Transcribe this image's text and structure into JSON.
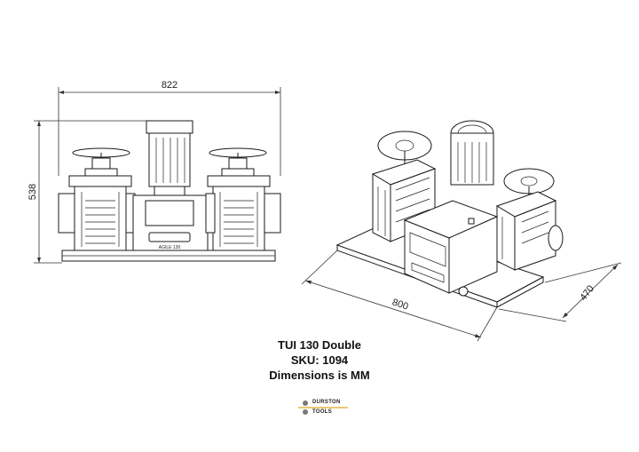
{
  "dimensions": {
    "width_front": "822",
    "height_front": "538",
    "length_iso": "800",
    "depth_iso": "470"
  },
  "nameplate": "AGILE 130",
  "caption": {
    "line1": "TUI 130 Double",
    "line2": "SKU: 1094",
    "line3": "Dimensions is MM"
  },
  "logo": {
    "line1": "DURSTON",
    "line2": "TOOLS",
    "accent_color": "#e0a826"
  }
}
